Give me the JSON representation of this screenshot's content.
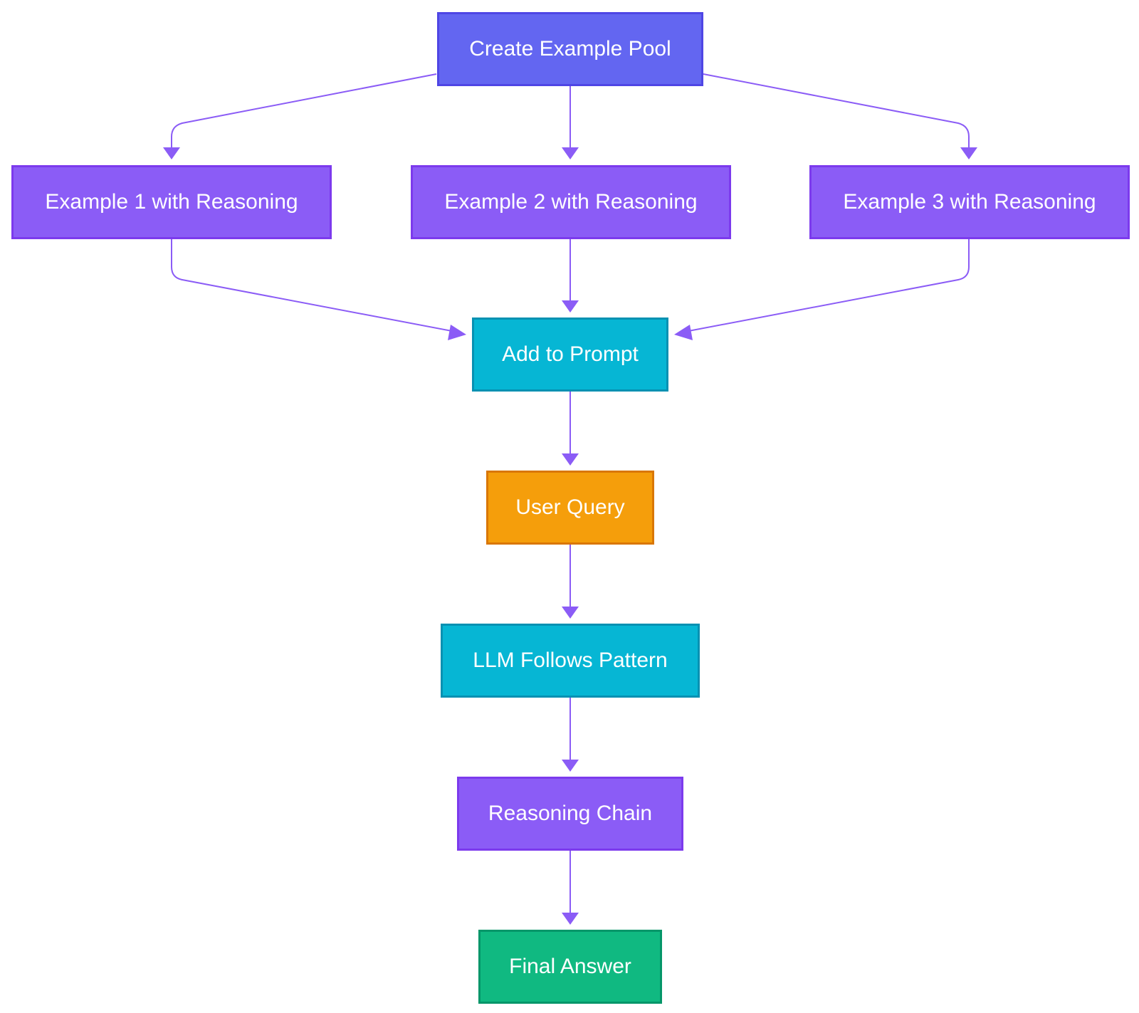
{
  "colors": {
    "edge": "#8b5cf6",
    "indigo_fill": "#6366f1",
    "indigo_border": "#4f46e5",
    "purple_fill": "#8b5cf6",
    "purple_border": "#7c3aed",
    "cyan_fill": "#06b6d4",
    "cyan_border": "#0891b2",
    "amber_fill": "#f59e0b",
    "amber_border": "#d97706",
    "green_fill": "#10b981",
    "green_border": "#059669",
    "text": "#ffffff"
  },
  "nodes": {
    "create_example_pool": {
      "label": "Create Example Pool",
      "fill": "#6366f1",
      "border": "#4f46e5"
    },
    "example_1": {
      "label": "Example 1 with Reasoning",
      "fill": "#8b5cf6",
      "border": "#7c3aed"
    },
    "example_2": {
      "label": "Example 2 with Reasoning",
      "fill": "#8b5cf6",
      "border": "#7c3aed"
    },
    "example_3": {
      "label": "Example 3 with Reasoning",
      "fill": "#8b5cf6",
      "border": "#7c3aed"
    },
    "add_to_prompt": {
      "label": "Add to Prompt",
      "fill": "#06b6d4",
      "border": "#0891b2"
    },
    "user_query": {
      "label": "User Query",
      "fill": "#f59e0b",
      "border": "#d97706"
    },
    "llm_follows_pattern": {
      "label": "LLM Follows Pattern",
      "fill": "#06b6d4",
      "border": "#0891b2"
    },
    "reasoning_chain": {
      "label": "Reasoning Chain",
      "fill": "#8b5cf6",
      "border": "#7c3aed"
    },
    "final_answer": {
      "label": "Final Answer",
      "fill": "#10b981",
      "border": "#059669"
    }
  },
  "edges": [
    {
      "from": "create_example_pool",
      "to": "example_1"
    },
    {
      "from": "create_example_pool",
      "to": "example_2"
    },
    {
      "from": "create_example_pool",
      "to": "example_3"
    },
    {
      "from": "example_1",
      "to": "add_to_prompt"
    },
    {
      "from": "example_2",
      "to": "add_to_prompt"
    },
    {
      "from": "example_3",
      "to": "add_to_prompt"
    },
    {
      "from": "add_to_prompt",
      "to": "user_query"
    },
    {
      "from": "user_query",
      "to": "llm_follows_pattern"
    },
    {
      "from": "llm_follows_pattern",
      "to": "reasoning_chain"
    },
    {
      "from": "reasoning_chain",
      "to": "final_answer"
    }
  ]
}
